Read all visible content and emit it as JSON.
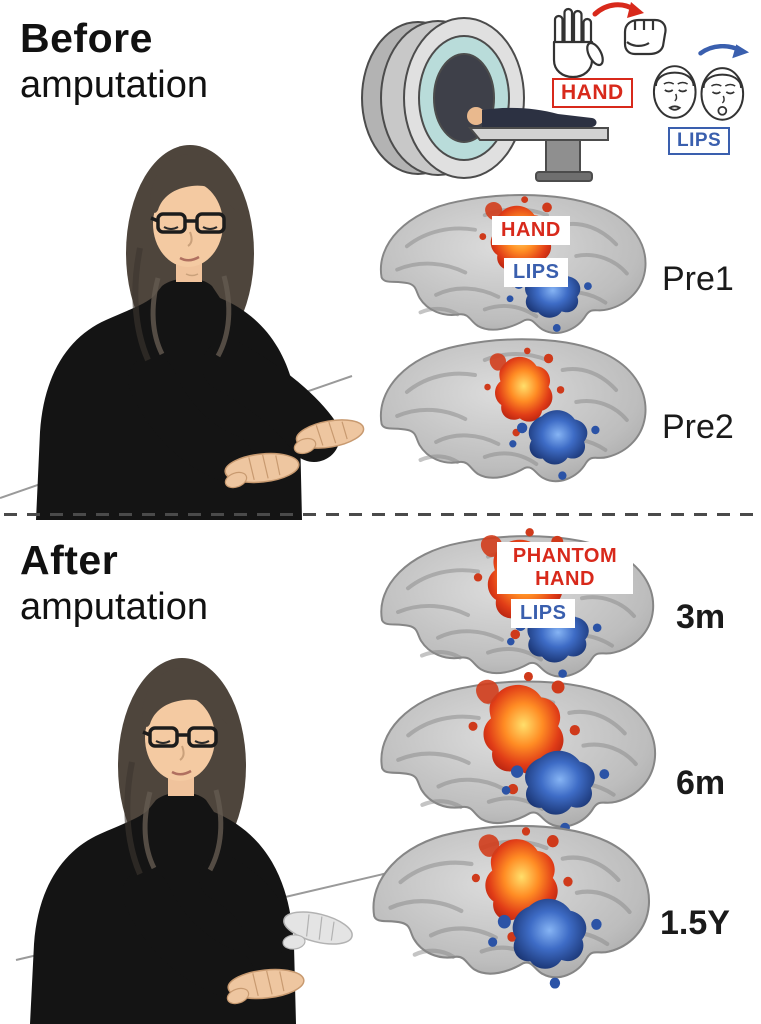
{
  "colors": {
    "hand_red": "#d8291b",
    "lips_blue": "#3a5fae"
  },
  "before": {
    "title_bold": "Before",
    "title_rest": "amputation",
    "icon_hand_label": "HAND",
    "icon_lips_label": "LIPS",
    "brain_hand_label": "HAND",
    "brain_lips_label": "LIPS",
    "scans": [
      {
        "label": "Pre1"
      },
      {
        "label": "Pre2"
      }
    ]
  },
  "after": {
    "title_bold": "After",
    "title_rest": "amputation",
    "brain_phantom_label": "PHANTOM HAND",
    "brain_lips_label": "LIPS",
    "scans": [
      {
        "label": "3m"
      },
      {
        "label": "6m"
      },
      {
        "label": "1.5Y"
      }
    ]
  }
}
